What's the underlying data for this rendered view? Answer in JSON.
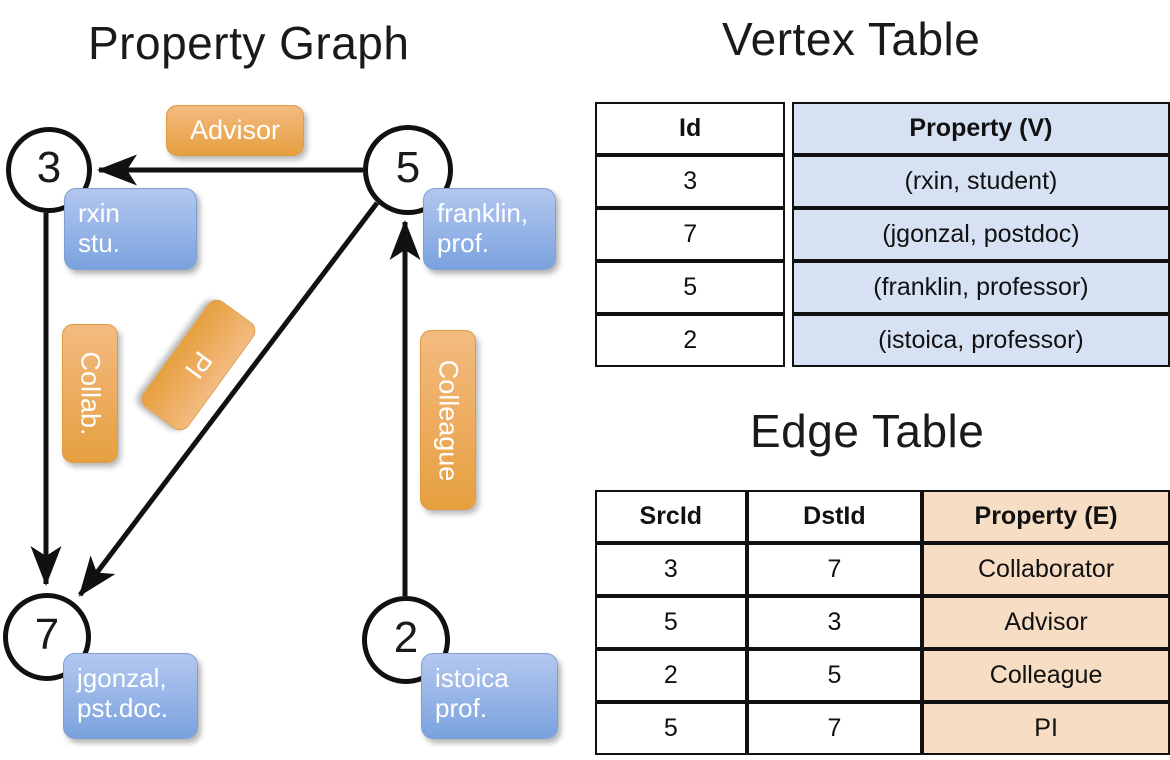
{
  "titles": {
    "property_graph": "Property Graph",
    "vertex_table": "Vertex Table",
    "edge_table": "Edge Table"
  },
  "graph": {
    "vertices": [
      {
        "id": "3",
        "property": [
          "rxin",
          "stu."
        ]
      },
      {
        "id": "5",
        "property": [
          "franklin,",
          "prof."
        ]
      },
      {
        "id": "7",
        "property": [
          "jgonzal,",
          "pst.doc."
        ]
      },
      {
        "id": "2",
        "property": [
          "istoica",
          "prof."
        ]
      }
    ],
    "edge_labels": [
      {
        "label": "Advisor",
        "orientation": "horizontal"
      },
      {
        "label": "Collab.",
        "orientation": "vertical"
      },
      {
        "label": "PI",
        "orientation": "diagonal"
      },
      {
        "label": "Colleague",
        "orientation": "vertical"
      }
    ],
    "edges": [
      {
        "src": "3",
        "dst": "7",
        "label": "Collab."
      },
      {
        "src": "5",
        "dst": "3",
        "label": "Advisor"
      },
      {
        "src": "2",
        "dst": "5",
        "label": "Colleague"
      },
      {
        "src": "5",
        "dst": "7",
        "label": "PI"
      }
    ]
  },
  "vertex_table": {
    "headers": [
      "Id",
      "Property (V)"
    ],
    "rows": [
      [
        "3",
        "(rxin, student)"
      ],
      [
        "7",
        "(jgonzal, postdoc)"
      ],
      [
        "5",
        "(franklin, professor)"
      ],
      [
        "2",
        "(istoica, professor)"
      ]
    ]
  },
  "edge_table": {
    "headers": [
      "SrcId",
      "DstId",
      "Property (E)"
    ],
    "rows": [
      [
        "3",
        "7",
        "Collaborator"
      ],
      [
        "5",
        "3",
        "Advisor"
      ],
      [
        "2",
        "5",
        "Colleague"
      ],
      [
        "5",
        "7",
        "PI"
      ]
    ]
  },
  "colors": {
    "vertex_property_fill": "#9ab7e8",
    "edge_label_fill": "#eeae63",
    "vertex_table_fill": "#d6e1f3",
    "edge_table_fill": "#f6ddc4",
    "stroke": "#111111",
    "background": "#ffffff"
  }
}
